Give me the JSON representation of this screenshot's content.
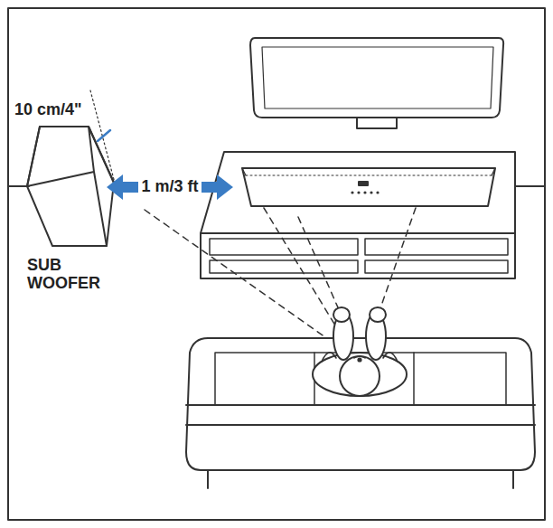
{
  "diagram": {
    "labels": [
      "10 cm/4\"",
      "1 m/3 ft",
      "SUB WOOFER"
    ]
  }
}
